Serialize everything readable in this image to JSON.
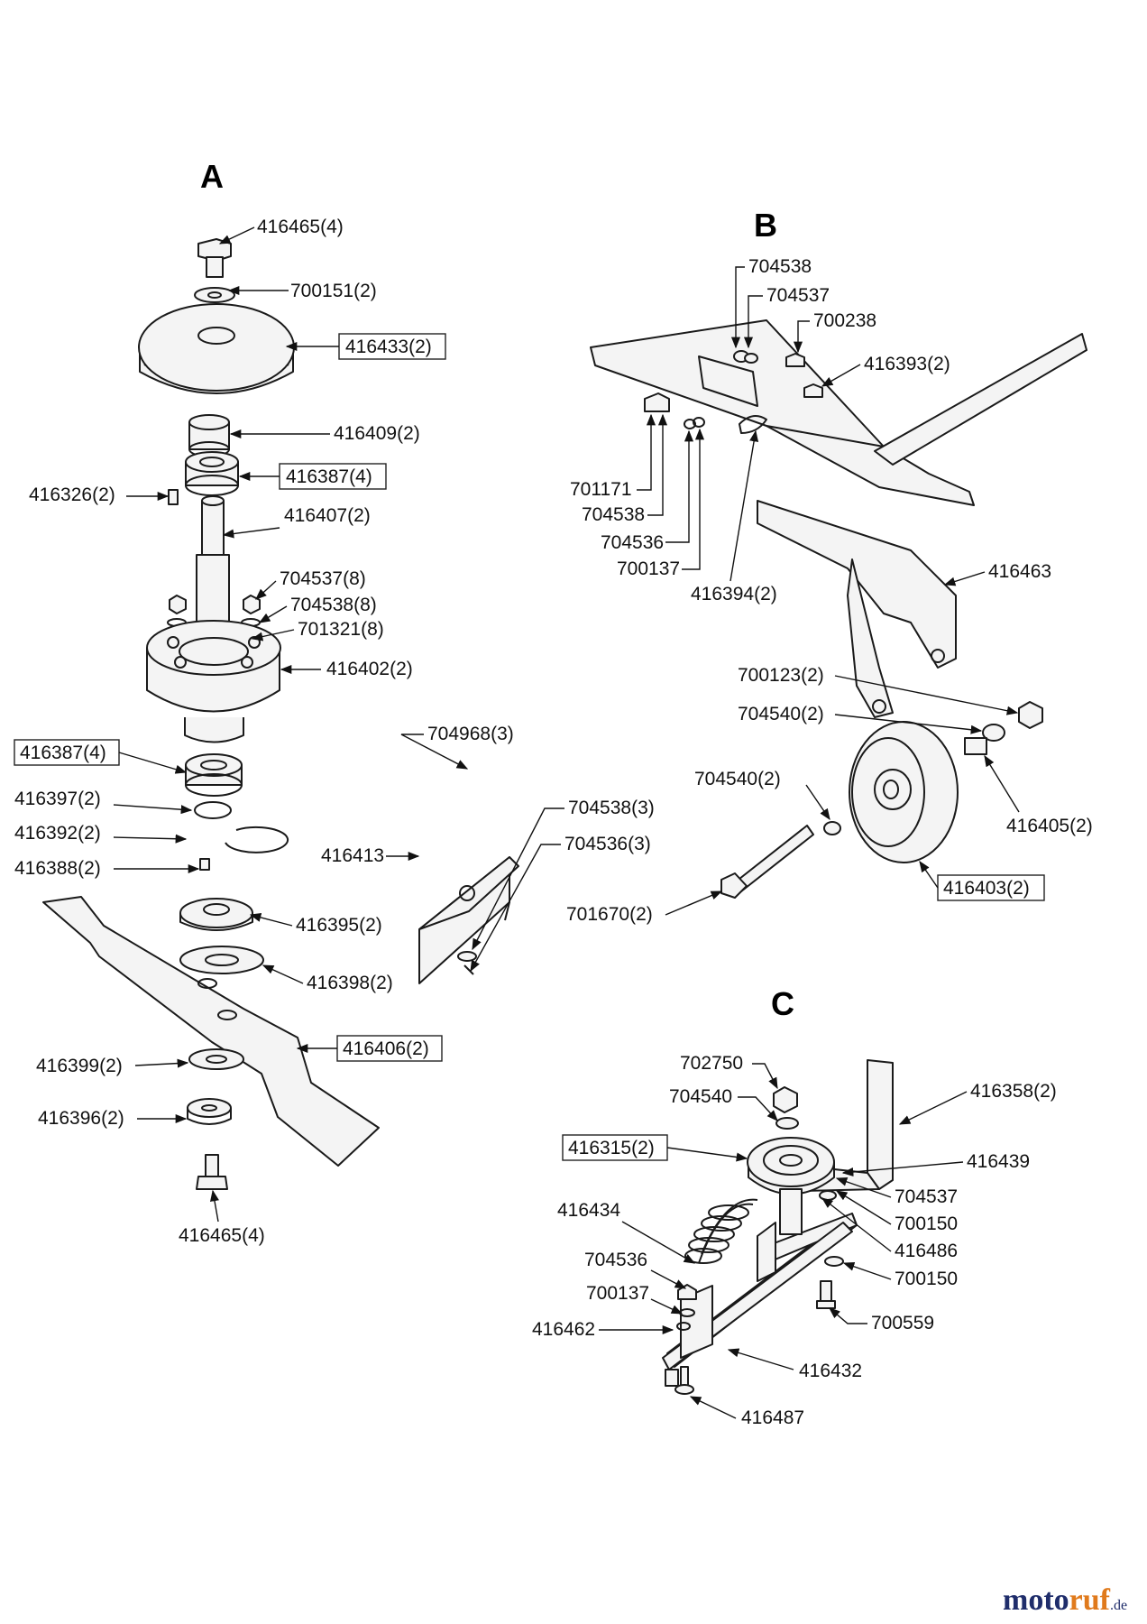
{
  "sections": [
    {
      "id": "A",
      "label": "A"
    },
    {
      "id": "B",
      "label": "B"
    },
    {
      "id": "C",
      "label": "C"
    }
  ],
  "parts_a": [
    "416465(4)",
    "700151(2)",
    "416433(2)",
    "416409(2)",
    "416387(4)",
    "416326(2)",
    "416407(2)",
    "704537(8)",
    "704538(8)",
    "701321(8)",
    "416402(2)",
    "416387(4)",
    "416397(2)",
    "416392(2)",
    "416388(2)",
    "416395(2)",
    "416398(2)",
    "416406(2)",
    "416399(2)",
    "416396(2)",
    "416465(4)",
    "704968(3)",
    "704538(3)",
    "704536(3)",
    "416413"
  ],
  "parts_b": [
    "704538",
    "704537",
    "700238",
    "416393(2)",
    "701171",
    "704538",
    "704536",
    "700137",
    "416394(2)",
    "416463",
    "700123(2)",
    "704540(2)",
    "704540(2)",
    "416405(2)",
    "416403(2)",
    "701670(2)"
  ],
  "parts_c": [
    "702750",
    "416358(2)",
    "704540",
    "416315(2)",
    "416439",
    "704537",
    "700150",
    "416434",
    "416486",
    "704536",
    "700150",
    "700137",
    "700559",
    "416462",
    "416432",
    "416487"
  ],
  "watermark": {
    "part1": "moto",
    "part2": "ruf",
    "suffix": ".de"
  }
}
